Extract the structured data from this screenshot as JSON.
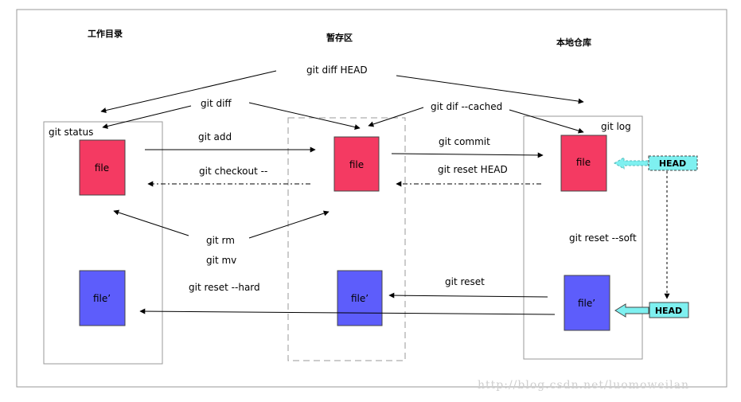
{
  "sections": {
    "working_dir": "工作目录",
    "staging": "暂存区",
    "local_repo": "本地仓库"
  },
  "commands": {
    "diff_head": "git diff HEAD",
    "diff": "git diff",
    "dif_cached": "git dif --cached",
    "status": "git status",
    "log": "git log",
    "add": "git add",
    "checkout": "git checkout --",
    "commit": "git commit",
    "reset_head": "git reset HEAD",
    "rm": "git rm",
    "mv": "git mv",
    "reset_soft": "git reset --soft",
    "reset": "git reset",
    "reset_hard": "git reset --hard"
  },
  "files": {
    "file": "file",
    "file_prime": "file’"
  },
  "head": {
    "label": "HEAD"
  },
  "colors": {
    "file": "#f43a62",
    "file_prime": "#5d5dfb",
    "head": "#7ef0f0"
  },
  "watermark": "http://blog.csdn.net/luomoweilan"
}
